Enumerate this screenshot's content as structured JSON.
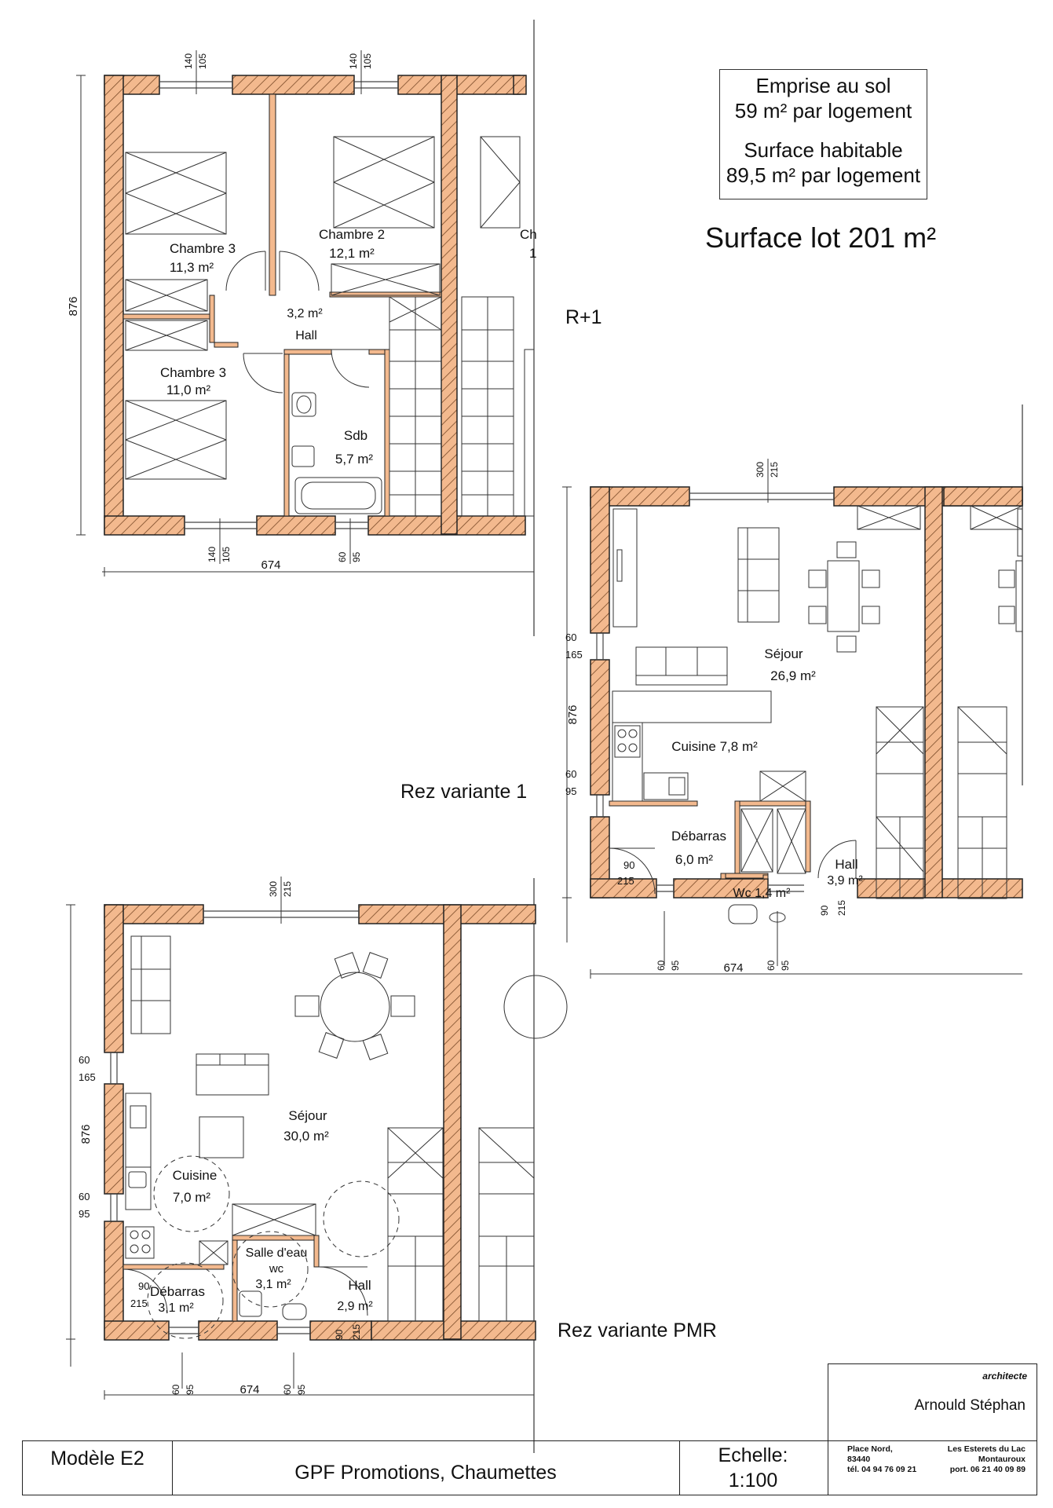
{
  "info": {
    "emprise_label": "Emprise au sol",
    "emprise_value": "59 m² par logement",
    "surface_label": "Surface habitable",
    "surface_value": "89,5 m² par logement",
    "lot": "Surface lot 201 m²"
  },
  "levels": {
    "r1": "R+1",
    "rez1": "Rez variante 1",
    "pmr": "Rez variante PMR"
  },
  "rooms": {
    "r1_chambre3a": "Chambre 3",
    "r1_chambre3a_area": "11,3 m²",
    "r1_chambre2": "Chambre 2",
    "r1_chambre2_area": "12,1 m²",
    "r1_hall_area": "3,2 m²",
    "r1_hall": "Hall",
    "r1_chambre3b": "Chambre 3",
    "r1_chambre3b_area": "11,0 m²",
    "r1_sdb": "Sdb",
    "r1_sdb_area": "5,7 m²",
    "r1_cut_a": "Ch",
    "r1_cut_b": "1",
    "v1_sejour": "Séjour",
    "v1_sejour_area": "26,9 m²",
    "v1_cuisine": "Cuisine  7,8 m²",
    "v1_debarras": "Débarras",
    "v1_debarras_area": "6,0 m²",
    "v1_hall": "Hall",
    "v1_hall_area": "3,9 m²",
    "v1_wc": "Wc  1,4 m²",
    "p_sejour": "Séjour",
    "p_sejour_area": "30,0 m²",
    "p_cuisine": "Cuisine",
    "p_cuisine_area": "7,0 m²",
    "p_salle": "Salle d'eau",
    "p_wc": "wc",
    "p_salle_area": "3,1 m²",
    "p_hall": "Hall",
    "p_hall_area": "2,9 m²",
    "p_debarras": "Débarras",
    "p_debarras_area": "3,1 m²"
  },
  "dims": {
    "r1_width": "674",
    "r1_depth": "876",
    "r1_top_a1": "140",
    "r1_top_a2": "105",
    "r1_top_b1": "140",
    "r1_top_b2": "105",
    "r1_bot_a1": "140",
    "r1_bot_a2": "105",
    "r1_bot_b1": "60",
    "r1_bot_b2": "95",
    "v1_width": "674",
    "v1_depth": "876",
    "v1_top1": "300",
    "v1_top2": "215",
    "v1_left_a1": "60",
    "v1_left_a2": "165",
    "v1_left_b1": "60",
    "v1_left_b2": "95",
    "v1_left_c1": "90",
    "v1_left_c2": "215",
    "v1_door1": "90",
    "v1_door2": "215",
    "v1_bot_a1": "60",
    "v1_bot_a2": "95",
    "v1_bot_b1": "60",
    "v1_bot_b2": "95",
    "p_width": "674",
    "p_depth": "876",
    "p_top1": "300",
    "p_top2": "215",
    "p_left_a1": "60",
    "p_left_a2": "165",
    "p_left_b1": "60",
    "p_left_b2": "95",
    "p_left_c1": "90",
    "p_left_c2": "215",
    "p_door1": "90",
    "p_door2": "215",
    "p_bot_a1": "60",
    "p_bot_a2": "95",
    "p_bot_b1": "60",
    "p_bot_b2": "95"
  },
  "footer": {
    "model": "Modèle E2",
    "project": "GPF Promotions, Chaumettes",
    "scale_label": "Echelle:",
    "scale_value": "1:100"
  },
  "architect": {
    "role": "architecte",
    "name": "Arnould Stéphan",
    "addr_line1": "Place Nord,",
    "addr_line2": "83440",
    "phone1": "tél. 04 94 76 09 21",
    "addr2_line1": "Les Esterets du Lac",
    "addr2_line2": "Montauroux",
    "phone2": "port. 06 21 40 09 89"
  },
  "colors": {
    "wall": "#f3b98e",
    "wall_hatch": "#7a4a28",
    "line": "#222222"
  }
}
